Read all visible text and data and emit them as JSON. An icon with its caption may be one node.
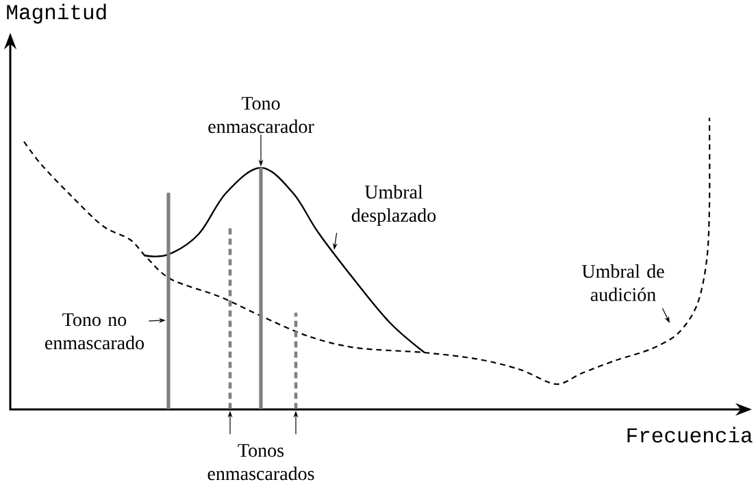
{
  "diagram": {
    "nodes": [
      {
        "text": [
          "Tono enmascarador"
        ]
      },
      {
        "text": [],
        "shape": "bar"
      },
      {
        "text": [
          "Umbral desplazado"
        ]
      },
      {
        "text": [
          "Tono no enmascarado"
        ]
      },
      {
        "text": [],
        "shape": "bar"
      },
      {
        "text": [
          "Tonos enmascarados"
        ]
      },
      {
        "text": [],
        "shape": "bar"
      },
      {
        "text": [],
        "shape": "bar"
      },
      {
        "text": [
          "Umbral de audición"
        ]
      }
    ],
    "edges": [
      {
        "from": 0,
        "to": 1,
        "arrow": "to"
      },
      {
        "from": 2,
        "to": null,
        "arrow": "to"
      },
      {
        "from": 3,
        "to": 4,
        "arrow": "to"
      },
      {
        "from": 5,
        "to": 6,
        "arrow": "to"
      },
      {
        "from": 5,
        "to": 7,
        "arrow": "to"
      },
      {
        "from": 8,
        "to": null,
        "arrow": "to"
      }
    ],
    "labels": [
      "Magnitud",
      "Frecuencia"
    ]
  }
}
